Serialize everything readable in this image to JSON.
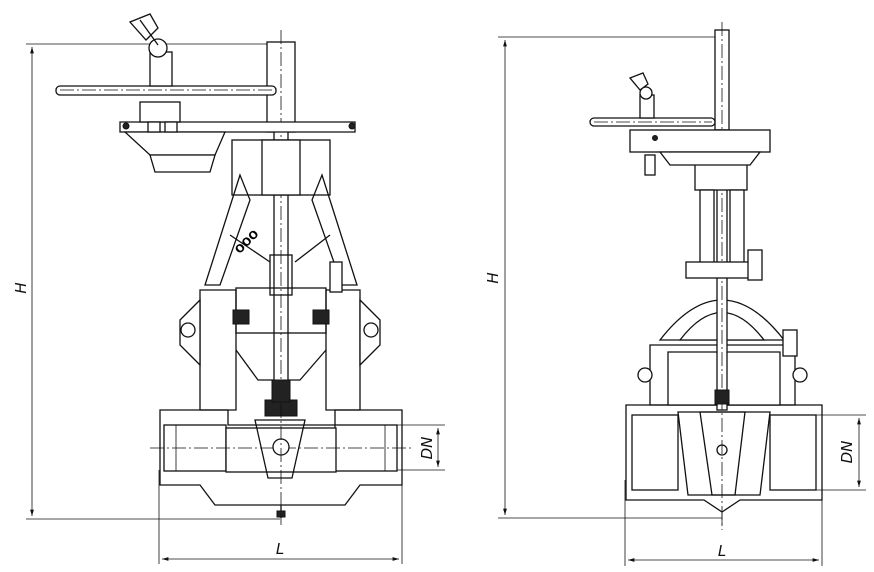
{
  "views": {
    "left": {
      "height_label": "H",
      "length_label": "L",
      "nominal_diameter_label": "DN",
      "bonnet_mark": "ООО"
    },
    "right": {
      "height_label": "H",
      "length_label": "L",
      "nominal_diameter_label": "DN"
    }
  }
}
